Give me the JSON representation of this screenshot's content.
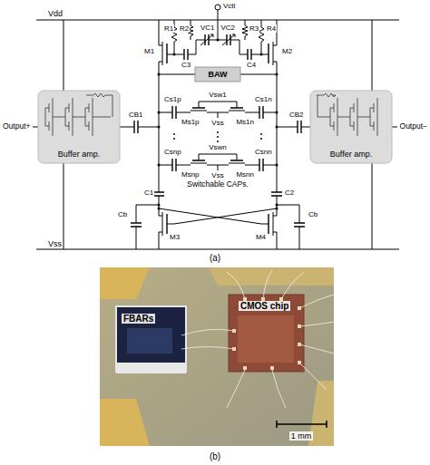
{
  "diagram": {
    "nodes": [
      {
        "text": [
          "Buffer amp."
        ]
      },
      {
        "text": [
          "BAW"
        ]
      },
      {
        "text": [
          "Buffer amp."
        ]
      }
    ],
    "labels": [
      "Vdd",
      "Vctl",
      "R1",
      "R2",
      "VC1",
      "VC2",
      "R3",
      "R4",
      "M1",
      "C3",
      "C4",
      "M2",
      "Output+",
      "CB1",
      "Vsw1",
      "Cs1p",
      "Cs1n",
      "Ms1p",
      "Vss",
      "Ms1n",
      "Vswn",
      "Csnp",
      "Csnn",
      "Msnp",
      "Vss",
      "Msnn",
      "Switchable CAPs.",
      "CB2",
      "Output−",
      "C1",
      "C2",
      "Cb",
      "Cb",
      "M3",
      "M4",
      "Vss",
      "(a)",
      "FBARs",
      "CMOS chip",
      "1 mm",
      "(b)"
    ]
  }
}
